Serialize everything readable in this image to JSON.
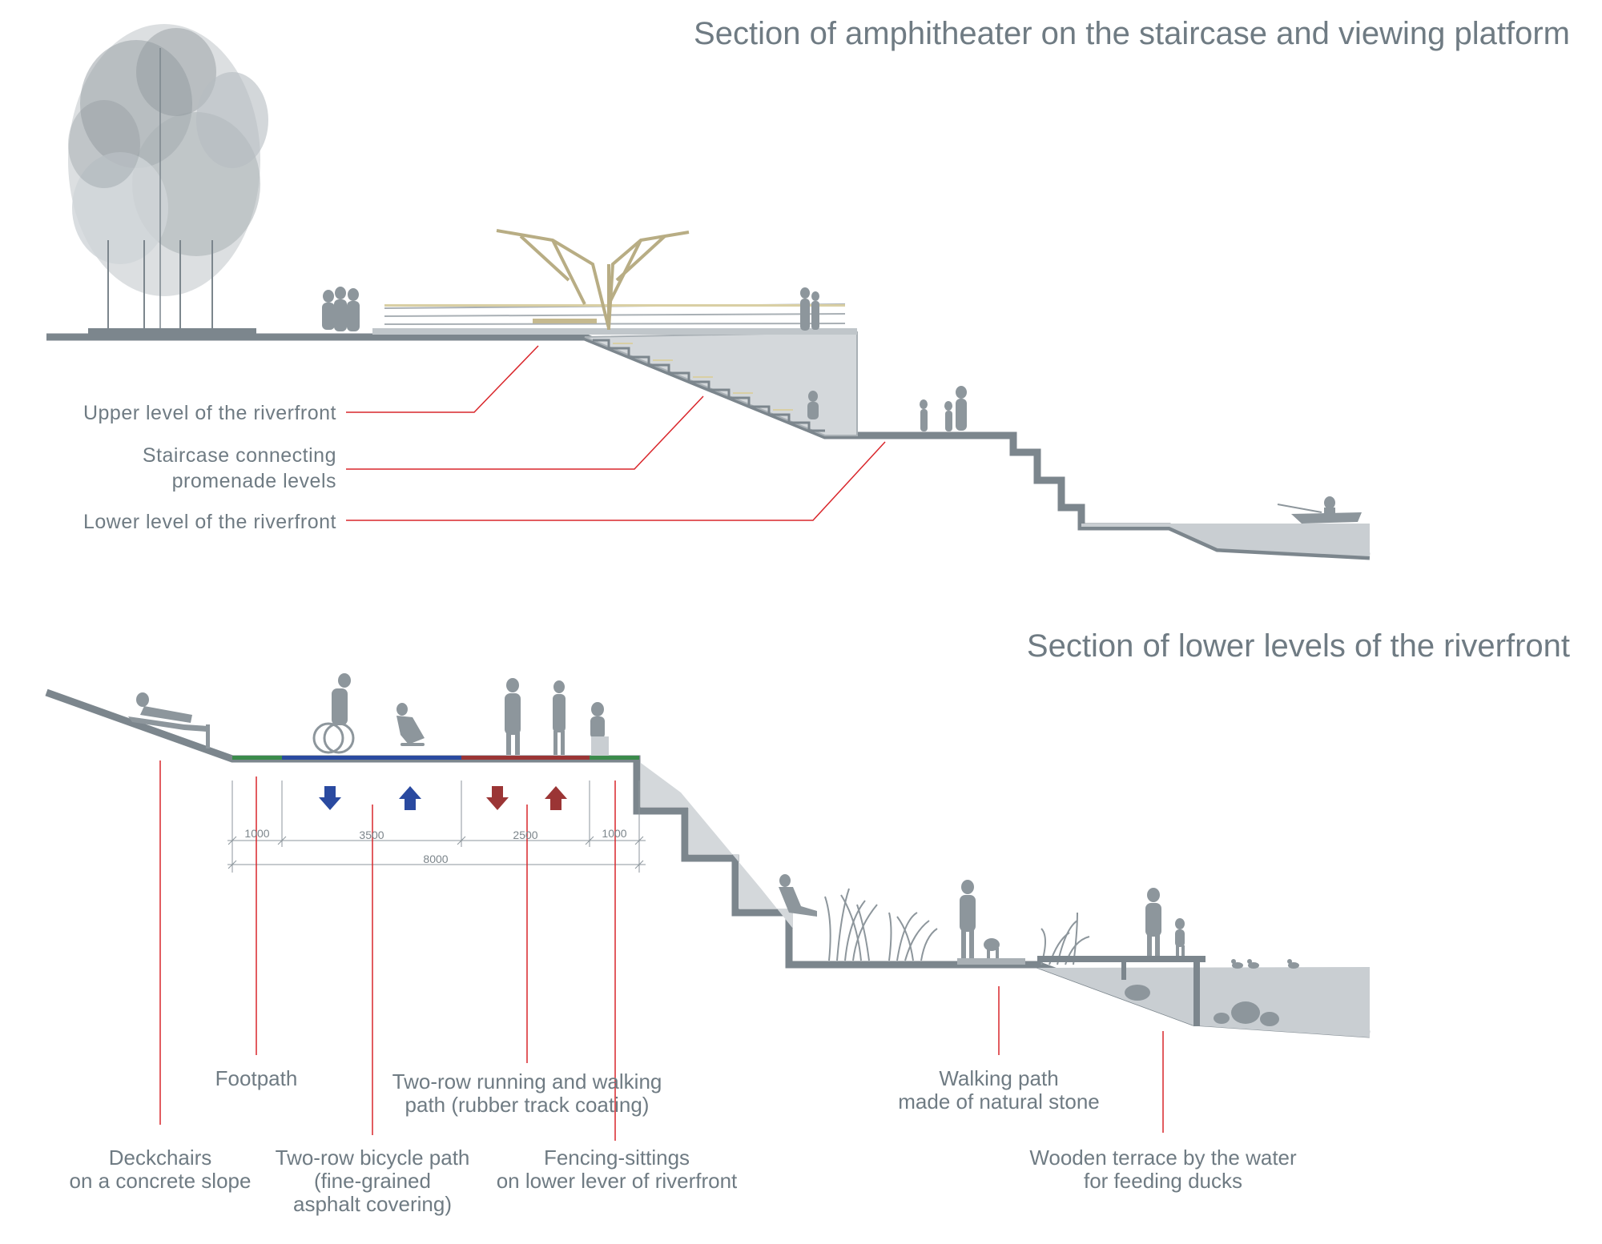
{
  "titles": {
    "amphitheater": "Section of amphitheater on the staircase and viewing platform",
    "lower": "Section of lower levels of the riverfront"
  },
  "upper_labels": {
    "upper_level": "Upper level of the riverfront",
    "staircase_1": "Staircase connecting",
    "staircase_2": "promenade levels",
    "lower_level": "Lower level of the riverfront"
  },
  "lower_labels": {
    "footpath": "Footpath",
    "running_1": "Two-row running and walking",
    "running_2": "path (rubber track coating)",
    "deckchairs_1": "Deckchairs",
    "deckchairs_2": "on a concrete slope",
    "bicycle_1": "Two-row bicycle path",
    "bicycle_2": "(fine-grained",
    "bicycle_3": "asphalt covering)",
    "fencing_1": "Fencing-sittings",
    "fencing_2": "on lower lever of riverfront",
    "walking_1": "Walking path",
    "walking_2": "made of natural stone",
    "terrace_1": "Wooden terrace by the water",
    "terrace_2": "for feeding ducks"
  },
  "dimensions": {
    "d1": "1000",
    "d2": "3500",
    "d3": "2500",
    "d4": "1000",
    "total": "8000"
  },
  "colors": {
    "title": "#6f7b83",
    "ground": "#7c868d",
    "leader": "#d9262b",
    "footpath": "#3b8b4b",
    "bicycle": "#2a4aa0",
    "running": "#9b3535",
    "arrow_blue": "#2a4aa0",
    "arrow_red": "#9b3535",
    "water": "#c9ced2",
    "figure": "#8d969c"
  }
}
